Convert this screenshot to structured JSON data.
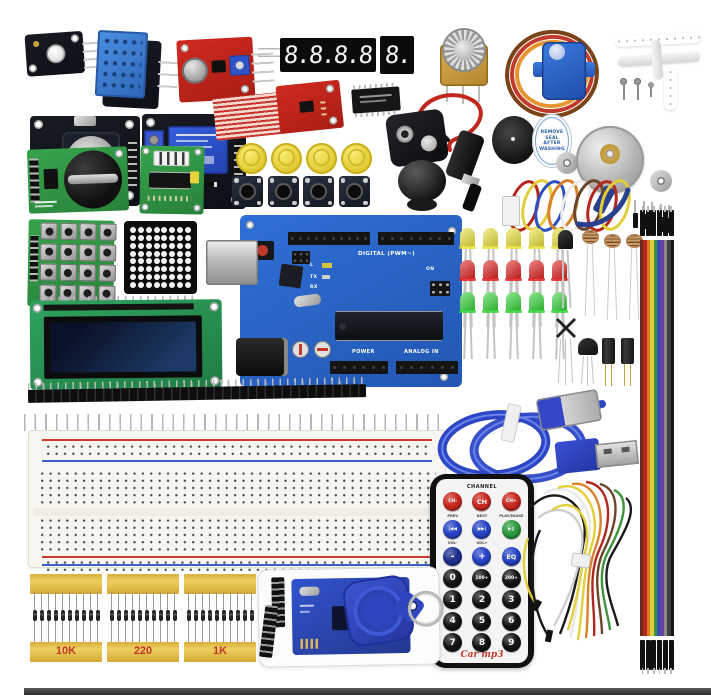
{
  "colors": {
    "background": "#ffffff",
    "arduino_blue": "#2f6fd6",
    "lcd_green": "#2fa25e",
    "lcd_screen": "#0e1a33",
    "relay_blue": "#2b50c8",
    "red_pcb": "#cf2a1f",
    "green_pcb": "#36a44c",
    "dht_blue": "#3a7fd5",
    "yellow_cap": "#eedf42",
    "resistor_tape": "#e5c04a",
    "breadboard": "#f7f5f0",
    "remote_red": "#c8281e",
    "remote_blue": "#2743c6",
    "remote_green": "#2a9a3d",
    "fob_blue": "#2e47c0",
    "usb_blue": "#2c46c5",
    "servo_blue": "#2a63cf",
    "led_leg_silver": "#c4c4c4"
  },
  "seven_segment": {
    "four_digit": "8.8.8.8",
    "one_digit": "8."
  },
  "sticker": {
    "lines": [
      "REMOVE",
      "SEAL",
      "AFTER",
      "WASHING"
    ]
  },
  "arduino": {
    "digital_label": "DIGITAL (PWM~)",
    "power_label": "POWER",
    "analog_label": "ANALOG IN",
    "tx": "TX",
    "rx": "RX",
    "l": "L",
    "on": "ON"
  },
  "leds": {
    "rows": [
      {
        "color": "#e8e13c",
        "count": 5
      },
      {
        "color": "#e02222",
        "count": 5
      },
      {
        "color": "#35d43a",
        "count": 5
      }
    ]
  },
  "ldr": {
    "count": 3
  },
  "buttons": {
    "caps_count": 4,
    "switch_count": 4
  },
  "keypad": {
    "rows": 4,
    "cols": 4
  },
  "dot_matrix": {
    "rows": 8,
    "cols": 8
  },
  "ribbon": {
    "colors": [
      "#6b2a1f",
      "#b3271e",
      "#d97c23",
      "#e3cb3f",
      "#3f9440",
      "#2e4fc0",
      "#6a3fa0",
      "#8b8b8b",
      "#404040",
      "#161616"
    ],
    "connector_count": 6
  },
  "resistors": {
    "groups": [
      {
        "label": "10K",
        "count": 10
      },
      {
        "label": "220",
        "count": 10
      },
      {
        "label": "1K",
        "count": 10
      }
    ]
  },
  "remote": {
    "header": "CHANNEL",
    "logo": "Car mp3",
    "rows": [
      {
        "subs": [
          "PREV",
          "NEXT",
          "PLAY/PAUSE"
        ],
        "buttons": [
          {
            "label": "CH-",
            "color": "#c8281e"
          },
          {
            "label": "CH",
            "color": "#c8281e"
          },
          {
            "label": "CH+",
            "color": "#c8281e"
          }
        ]
      },
      {
        "subs": [
          "VOL-",
          "VOL+",
          ""
        ],
        "buttons": [
          {
            "label": "|◀◀",
            "color": "#2743c6"
          },
          {
            "label": "▶▶|",
            "color": "#2743c6"
          },
          {
            "label": "▶||",
            "color": "#2a9a3d"
          }
        ]
      },
      {
        "subs": [],
        "buttons": [
          {
            "label": "-",
            "color": "#1d2f8f"
          },
          {
            "label": "+",
            "color": "#2743c6"
          },
          {
            "label": "EQ",
            "color": "#2743c6"
          }
        ]
      },
      {
        "subs": [],
        "buttons": [
          {
            "label": "0",
            "color": "#141414"
          },
          {
            "label": "100+",
            "color": "#141414"
          },
          {
            "label": "200+",
            "color": "#141414"
          }
        ]
      },
      {
        "subs": [],
        "buttons": [
          {
            "label": "1",
            "color": "#141414"
          },
          {
            "label": "2",
            "color": "#141414"
          },
          {
            "label": "3",
            "color": "#141414"
          }
        ]
      },
      {
        "subs": [],
        "buttons": [
          {
            "label": "4",
            "color": "#141414"
          },
          {
            "label": "5",
            "color": "#141414"
          },
          {
            "label": "6",
            "color": "#141414"
          }
        ]
      },
      {
        "subs": [],
        "buttons": [
          {
            "label": "7",
            "color": "#141414"
          },
          {
            "label": "8",
            "color": "#141414"
          },
          {
            "label": "9",
            "color": "#141414"
          }
        ]
      }
    ]
  },
  "pin_headers": {
    "single_count": 5
  }
}
